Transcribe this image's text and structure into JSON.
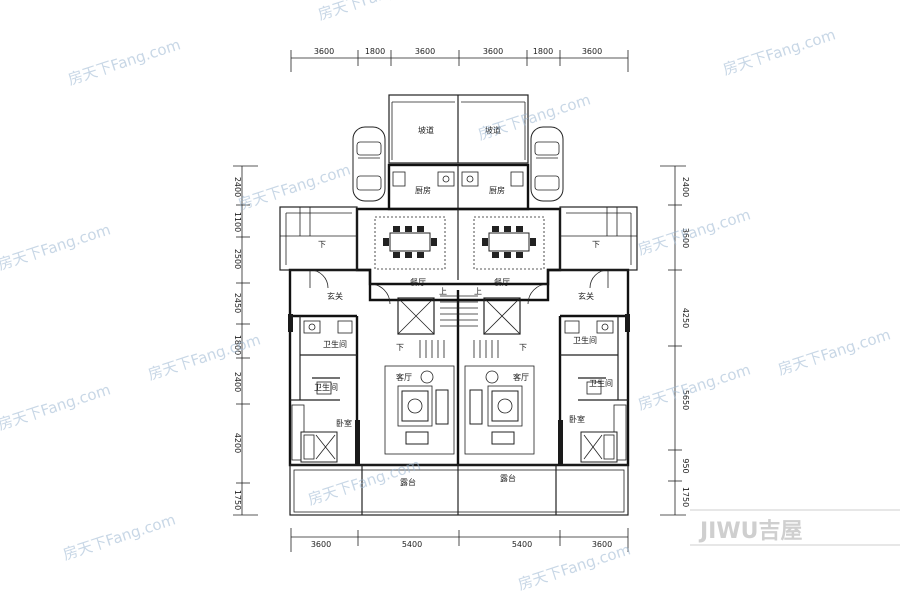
{
  "top_dimensions": [
    "3600",
    "1800",
    "3600",
    "3600",
    "1800",
    "3600"
  ],
  "bottom_dimensions": [
    "3600",
    "5400",
    "5400",
    "3600"
  ],
  "left_dimensions": [
    "2400",
    "1100",
    "2500",
    "2450",
    "1800",
    "2400",
    "4200",
    "1750"
  ],
  "right_dimensions": [
    "2400",
    "3600",
    "4250",
    "5650",
    "950",
    "1750"
  ],
  "rooms": {
    "ramp_left": "坡道",
    "ramp_right": "坡道",
    "kitchen_left": "厨房",
    "kitchen_right": "厨房",
    "dining_left": "餐厅",
    "dining_right": "餐厅",
    "foyer_left": "玄关",
    "foyer_right": "玄关",
    "bath_left_upper": "卫生间",
    "bath_right_upper": "卫生间",
    "bath_left_lower": "卫生间",
    "bath_right_lower": "卫生间",
    "living_left": "客厅",
    "living_right": "客厅",
    "bedroom_left": "卧室",
    "bedroom_right": "卧室",
    "terrace_left": "露台",
    "terrace_right": "露台"
  },
  "stairs": {
    "up_left": "上",
    "up_right": "上",
    "down_left": "下",
    "down_right": "下",
    "down_far_left": "下",
    "down_far_right": "下"
  },
  "watermark": "房天下Fang.com",
  "brand_logo": "JIWU吉屋"
}
